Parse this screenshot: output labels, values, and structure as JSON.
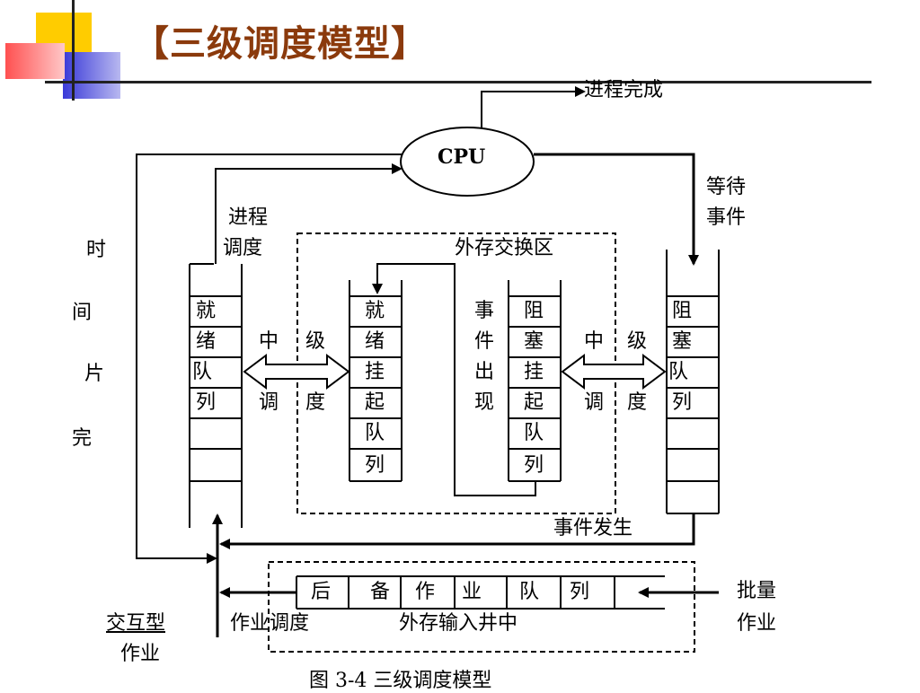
{
  "slide_title": "【三级调度模型】",
  "cpu_label": "CPU",
  "process_complete": "进程完成",
  "wait_event": [
    "等待",
    "事件"
  ],
  "process_schedule": [
    "进程",
    "调度"
  ],
  "timeslice_done": [
    "时",
    "间",
    "片",
    "完"
  ],
  "swap_area": "外存交换区",
  "ready_queue": [
    "就",
    "绪",
    "队",
    "列"
  ],
  "ready_suspend_queue": [
    "就",
    "绪",
    "挂",
    "起",
    "队",
    "列"
  ],
  "event_occurs_vertical": [
    "事",
    "件",
    "出",
    "现"
  ],
  "blocked_suspend_queue": [
    "阻",
    "塞",
    "挂",
    "起",
    "队",
    "列"
  ],
  "blocked_queue": [
    "阻",
    "塞",
    "队",
    "列"
  ],
  "mid_schedule_left": [
    "中",
    "级",
    "调",
    "度"
  ],
  "mid_schedule_right": [
    "中",
    "级",
    "调",
    "度"
  ],
  "event_happens": "事件发生",
  "backup_job_queue": [
    "后",
    "备",
    "作",
    "业",
    "队",
    "列"
  ],
  "batch_job": [
    "批量",
    "作业"
  ],
  "interactive_job": [
    "交互型",
    "作业"
  ],
  "job_schedule": "作业调度",
  "input_well": "外存输入井中",
  "figure_caption": "图 3-4 三级调度模型"
}
